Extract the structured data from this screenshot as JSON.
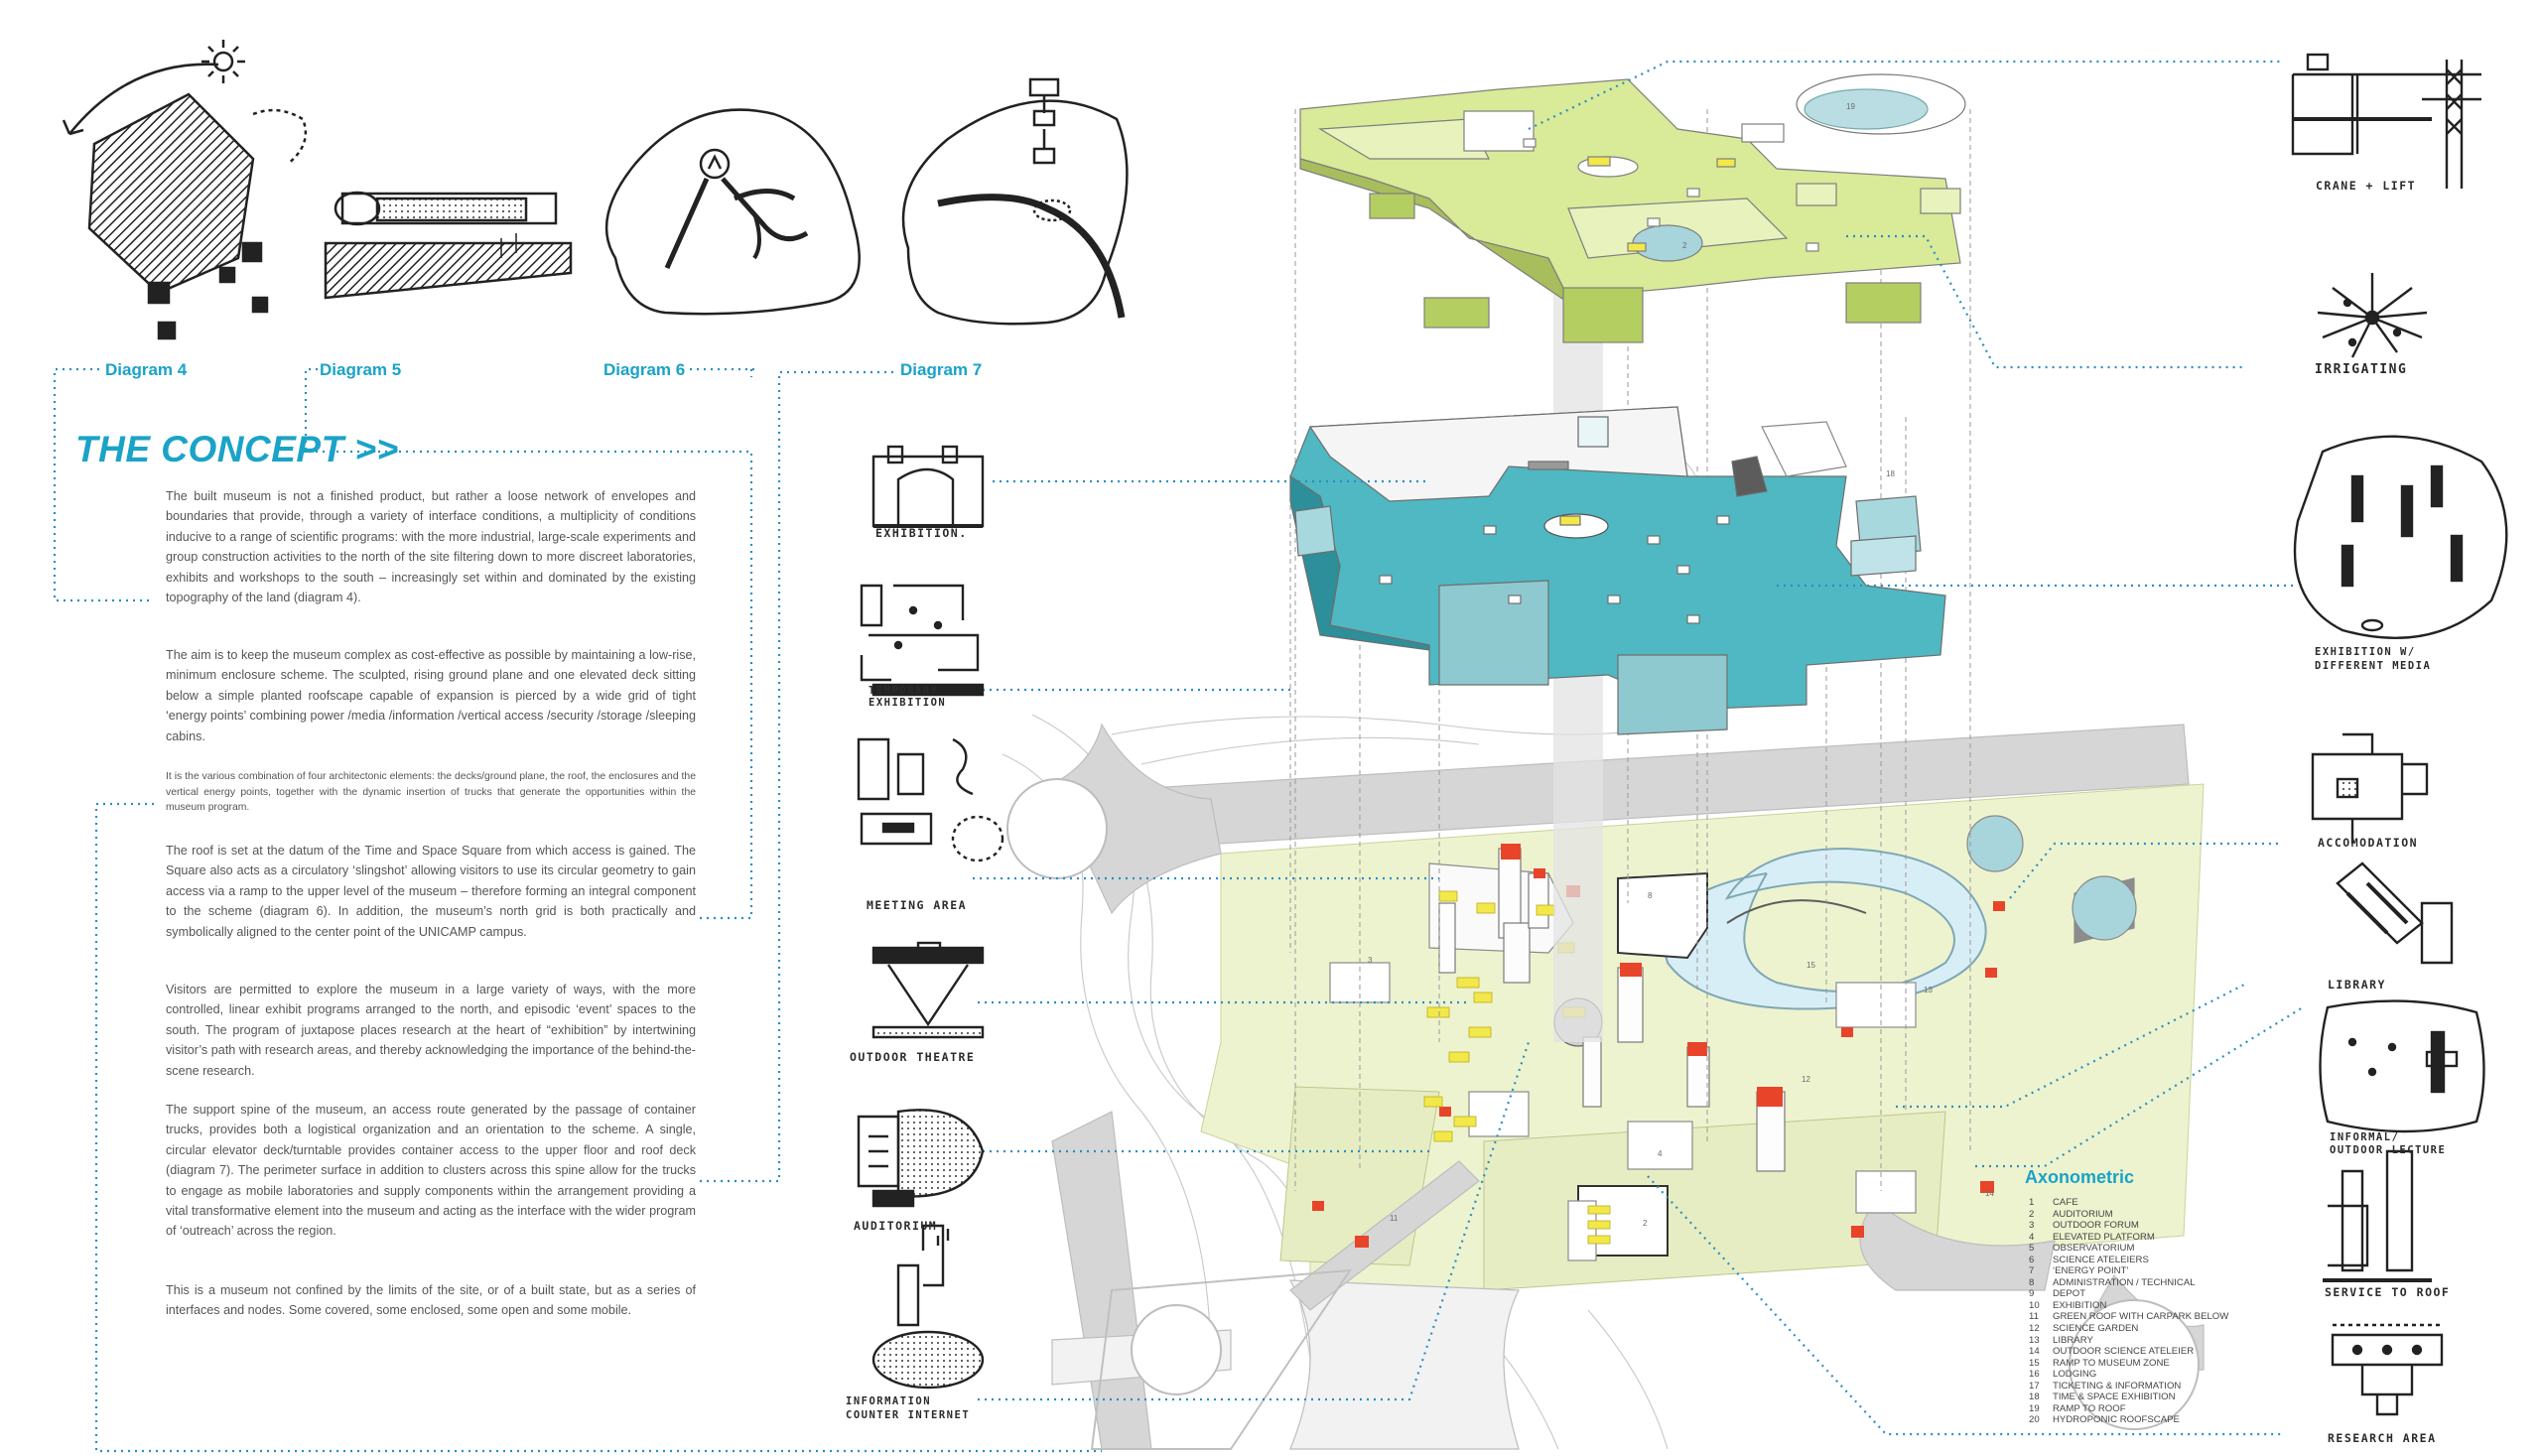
{
  "diagram_labels": [
    "Diagram 4",
    "Diagram 5",
    "Diagram 6",
    "Diagram 7"
  ],
  "concept": {
    "title": "THE CONCEPT >>",
    "paragraphs": [
      "The built museum is not a finished product, but rather a loose network of envelopes and boundaries that provide, through a variety of interface conditions, a multiplicity of conditions inducive to a range of scientific programs: with the more industrial, large-scale experiments and group construction activities to the north of the site filtering down to more discreet laboratories, exhibits and workshops to the south – increasingly set within and dominated by the existing topography of the land (diagram 4).",
      "The aim is to keep the museum complex as cost-effective as possible by maintaining a low-rise, minimum enclosure scheme. The sculpted, rising ground plane and one elevated deck sitting below a simple planted roofscape capable of expansion is pierced by a wide grid of tight ‘energy points’ combining power /media /information /vertical access /security /storage /sleeping cabins.",
      "It is the various combination of four architectonic elements: the decks/ground plane, the roof, the enclosures and the vertical energy points, together with the dynamic insertion of trucks that generate the opportunities within the museum program.",
      "The roof is set at the datum of the Time and Space Square from which access is gained. The Square also acts as a circulatory ‘slingshot’ allowing visitors to use its circular geometry to gain access via a ramp to the upper level of the museum – therefore forming an integral component to the scheme (diagram 6). In addition, the museum’s north grid is both practically and symbolically aligned to the center point of the UNICAMP campus.",
      "Visitors are permitted to explore the museum in a large variety of ways, with the more controlled, linear exhibit programs arranged to the north, and episodic ‘event’ spaces to the south. The program of juxtapose places research at the heart of “exhibition” by intertwining visitor’s path with research areas, and thereby acknowledging the importance of the behind-the-scene research.",
      "The support spine of the museum, an access route generated by the passage of container trucks, provides both a logistical organization and an orientation to the scheme. A single, circular elevator deck/turntable provides container access to the upper floor and roof deck (diagram 7). The perimeter surface in addition to clusters across this spine allow for the trucks to engage as mobile laboratories and supply components within the arrangement providing a vital transformative element into the museum and acting as the interface with the wider program of ‘outreach’ across the region.",
      "This is a museum not confined by the limits of the site, or of a built state, but as a series of interfaces and nodes. Some covered, some enclosed, some open and some mobile."
    ]
  },
  "left_sketch_labels": [
    "EXHIBITION.",
    "TEMPORARY EXHIBITION",
    "MEETING AREA",
    "OUTDOOR THEATRE",
    "AUDITORIUM",
    "INFORMATION COUNTER INTERNET"
  ],
  "right_sketch_labels": [
    "CRANE + LIFT",
    "IRRIGATING",
    "EXHIBITION W/ DIFFERENT MEDIA",
    "ACCOMODATION",
    "LIBRARY",
    "INFORMAL/ OUTDOOR LECTURE",
    "SERVICE TO ROOF",
    "RESEARCH AREA"
  ],
  "axonometric": {
    "title": "Axonometric",
    "legend": [
      {
        "num": "1",
        "text": "CAFE"
      },
      {
        "num": "2",
        "text": "AUDITORIUM"
      },
      {
        "num": "3",
        "text": "OUTDOOR FORUM"
      },
      {
        "num": "4",
        "text": "ELEVATED PLATFORM"
      },
      {
        "num": "5",
        "text": "OBSERVATORIUM"
      },
      {
        "num": "6",
        "text": "SCIENCE ATELEIERS"
      },
      {
        "num": "7",
        "text": "‘ENERGY POINT’"
      },
      {
        "num": "8",
        "text": "ADMINISTRATION / TECHNICAL"
      },
      {
        "num": "9",
        "text": "DEPOT"
      },
      {
        "num": "10",
        "text": "EXHIBITION"
      },
      {
        "num": "11",
        "text": "GREEN ROOF WITH CARPARK BELOW"
      },
      {
        "num": "12",
        "text": "SCIENCE GARDEN"
      },
      {
        "num": "13",
        "text": "LIBRARY"
      },
      {
        "num": "14",
        "text": "OUTDOOR SCIENCE ATELEIER"
      },
      {
        "num": "15",
        "text": "RAMP TO MUSEUM ZONE"
      },
      {
        "num": "16",
        "text": "LODGING"
      },
      {
        "num": "17",
        "text": "TICKETING & INFORMATION"
      },
      {
        "num": "18",
        "text": "TIME & SPACE EXHIBITION"
      },
      {
        "num": "19",
        "text": "RAMP TO ROOF"
      },
      {
        "num": "20",
        "text": "HYDROPONIC ROOFSCAPE"
      }
    ]
  },
  "colors": {
    "accent": "#1aa3c7",
    "leader": "#2a8fc4",
    "roof_green": "#d9ea98",
    "deck_teal": "#4fb8c2",
    "ground_green": "#eef3cf",
    "road": "#d6d6d6",
    "red_roof": "#e8442a",
    "yellow_truck": "#f3e84a",
    "ink": "#2b2b2b"
  }
}
